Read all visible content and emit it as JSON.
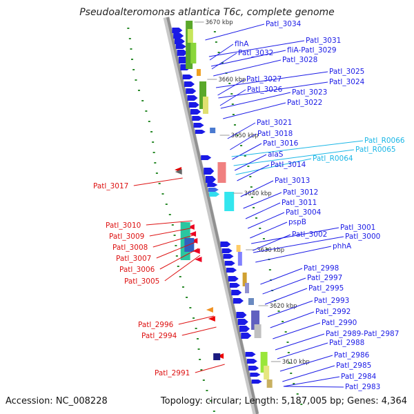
{
  "header": {
    "title": "Pseudoalteromonas atlantica T6c, complete genome"
  },
  "footer": {
    "accession": "Accession: NC_008228",
    "topology": "Topology: circular; Length: 5,187,005 bp; Genes: 4,364"
  },
  "colors": {
    "cds": "#1a1ae6",
    "rna": "#19b6e6",
    "left": "#dd1111",
    "backbone": "#909090",
    "gc": "#2a8a2a"
  },
  "scale": [
    "3670 kbp",
    "3660 kbp",
    "3650 kbp",
    "3640 kbp",
    "3630 kbp",
    "3620 kbp",
    "3610 kbp"
  ],
  "right_labels": [
    {
      "text": "Patl_3034",
      "color": "blue"
    },
    {
      "text": "flhA",
      "color": "blue"
    },
    {
      "text": "Patl_3031",
      "color": "blue"
    },
    {
      "text": "Patl_3032",
      "color": "blue"
    },
    {
      "text": "fliA-Patl_3029",
      "color": "blue"
    },
    {
      "text": "Patl_3028",
      "color": "blue"
    },
    {
      "text": "Patl_3025",
      "color": "blue"
    },
    {
      "text": "Patl_3027",
      "color": "blue"
    },
    {
      "text": "Patl_3024",
      "color": "blue"
    },
    {
      "text": "Patl_3026",
      "color": "blue"
    },
    {
      "text": "Patl_3023",
      "color": "blue"
    },
    {
      "text": "Patl_3022",
      "color": "blue"
    },
    {
      "text": "Patl_3021",
      "color": "blue"
    },
    {
      "text": "Patl_3018",
      "color": "blue"
    },
    {
      "text": "Patl_3016",
      "color": "blue"
    },
    {
      "text": "Patl_R0066",
      "color": "cyan"
    },
    {
      "text": "Patl_R0065",
      "color": "cyan"
    },
    {
      "text": "alaS",
      "color": "blue"
    },
    {
      "text": "Patl_R0064",
      "color": "cyan"
    },
    {
      "text": "Patl_3014",
      "color": "blue"
    },
    {
      "text": "Patl_3013",
      "color": "blue"
    },
    {
      "text": "Patl_3012",
      "color": "blue"
    },
    {
      "text": "Patl_3011",
      "color": "blue"
    },
    {
      "text": "Patl_3004",
      "color": "blue"
    },
    {
      "text": "pspB",
      "color": "blue"
    },
    {
      "text": "Patl_3001",
      "color": "blue"
    },
    {
      "text": "Patl_3002",
      "color": "blue"
    },
    {
      "text": "Patl_3000",
      "color": "blue"
    },
    {
      "text": "phhA",
      "color": "blue"
    },
    {
      "text": "Patl_2998",
      "color": "blue"
    },
    {
      "text": "Patl_2997",
      "color": "blue"
    },
    {
      "text": "Patl_2995",
      "color": "blue"
    },
    {
      "text": "Patl_2993",
      "color": "blue"
    },
    {
      "text": "Patl_2992",
      "color": "blue"
    },
    {
      "text": "Patl_2990",
      "color": "blue"
    },
    {
      "text": "Patl_2989-Patl_2987",
      "color": "blue"
    },
    {
      "text": "Patl_2988",
      "color": "blue"
    },
    {
      "text": "Patl_2986",
      "color": "blue"
    },
    {
      "text": "Patl_2985",
      "color": "blue"
    },
    {
      "text": "Patl_2984",
      "color": "blue"
    },
    {
      "text": "Patl_2983",
      "color": "blue"
    }
  ],
  "left_labels": [
    {
      "text": "Patl_3017"
    },
    {
      "text": "Patl_3010"
    },
    {
      "text": "Patl_3009"
    },
    {
      "text": "Patl_3008"
    },
    {
      "text": "Patl_3007"
    },
    {
      "text": "Patl_3006"
    },
    {
      "text": "Patl_3005"
    },
    {
      "text": "Patl_2996"
    },
    {
      "text": "Patl_2994"
    },
    {
      "text": "Patl_2991"
    }
  ]
}
